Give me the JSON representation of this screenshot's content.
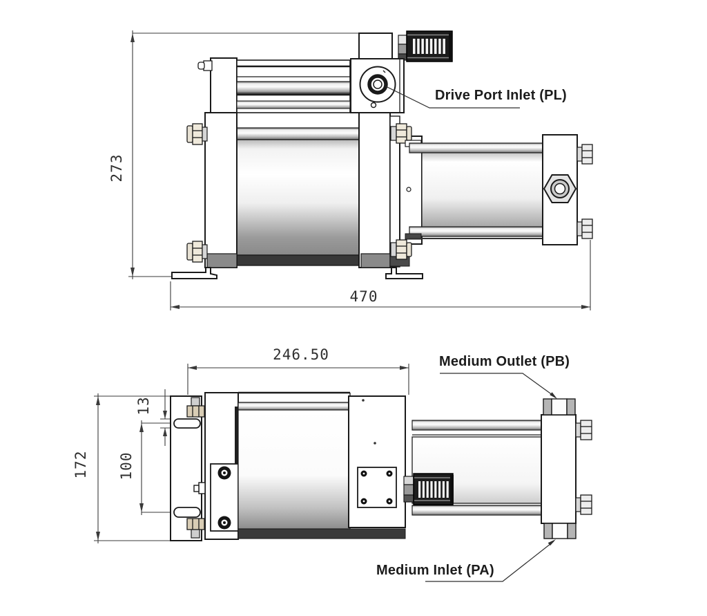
{
  "drawing": {
    "type": "engineering-drawing",
    "subject": "air-driven gas booster pump, two orthographic views",
    "colors": {
      "background": "#ffffff",
      "line": "#1a1a1a",
      "dimension": "#3a3a3a",
      "metal_dark_band": "#3a3a3a",
      "muffler_body": "#1d1d1d",
      "brass_nut": "#d9cdb5"
    },
    "callouts": {
      "drive_port_inlet": "Drive Port Inlet (PL)",
      "medium_outlet": "Medium Outlet (PB)",
      "medium_inlet": "Medium Inlet (PA)"
    },
    "dimensions": {
      "front_height": "273",
      "front_length": "470",
      "top_length": "246.50",
      "slot_width": "13",
      "slot_spacing": "100",
      "bracket_width": "172"
    }
  }
}
